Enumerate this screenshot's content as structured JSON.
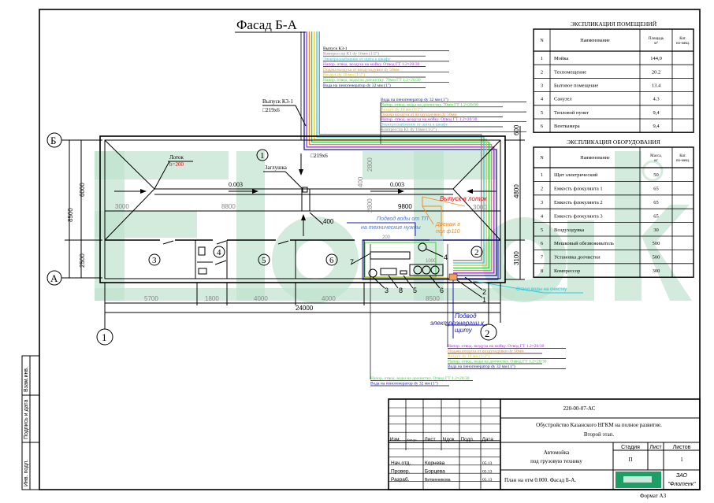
{
  "drawing": {
    "title": "Фасад Б-А",
    "watermark": "FloTenk",
    "axes": {
      "a": "А",
      "b": "Б",
      "one": "1",
      "two": "2"
    },
    "rooms": [
      "1",
      "2",
      "3",
      "4",
      "5",
      "6"
    ],
    "equipment_marks": [
      "1",
      "2",
      "3",
      "4",
      "5",
      "6",
      "7",
      "8"
    ],
    "dims": {
      "overall_v": "8500",
      "v1": "6000",
      "v2": "2500",
      "seg1": "5700",
      "seg2": "1800",
      "seg3": "4000",
      "seg4": "4000",
      "seg5": "8500",
      "overall_h": "24000",
      "tray_left": "3000",
      "tray_mid": "8800",
      "tray_mid2": "9800",
      "tray_right": "3000",
      "offset": "400",
      "offset2": "400",
      "r600": "600",
      "r4800": "4800",
      "r3100": "3100",
      "h2800a": "2800",
      "h2800b": "2800",
      "small200": "200",
      "small1000": "1000"
    },
    "slopes": [
      "0.003",
      "0.003"
    ],
    "labels": {
      "outlet": "Выпуск К3-1",
      "pipe_size": "□219х6",
      "pipe_size2": "□219х6",
      "tray": "Лоток",
      "tray_width": "b=200",
      "plug": "Заглушка",
      "outlet_to_tray": "Выпуск в лоток",
      "water_supply_1": "Подвод воды от ТП",
      "water_supply_2": "на технические нужды",
      "drain_1": "Дренаж в",
      "drain_2": "пол ф110",
      "power_1": "Подвод",
      "power_2": "электроэнергии к",
      "power_3": "щиту",
      "treated_water": "Отвод воды на очистку"
    },
    "top_callout": [
      {
        "text": "Выпуск К3-1",
        "color": "#000000"
      },
      {
        "text": "Компрессор К1 dy 16мм (1/2\")",
        "color": "#8a8a8a"
      },
      {
        "text": "Электроснабжение от щита к шкафу",
        "color": "#33c6d9"
      },
      {
        "text": "Напор. отвод. воздуха на мойку. Отвод ГТ 1.2×20/30",
        "color": "#9b30d9"
      },
      {
        "text": "Подача воздуха от воздуходувки dy 50мм",
        "color": "#f08a24"
      },
      {
        "text": "Воздух dy 16 мм (1/2\")",
        "color": "#e6c619"
      },
      {
        "text": "Напор. отвод. воды на доочистку. 70мм ГТ 1.2×20/30",
        "color": "#3ccf3c"
      },
      {
        "text": "Вода на пеногенератор dy 32 мм (1\")",
        "color": "#1a1aa8"
      }
    ],
    "mid_callout": [
      {
        "text": "Вода на пеногенератор dy 32 мм (1\")",
        "color": "#1a1aa8"
      },
      {
        "text": "Напор. отвод. воды на доочистку. 70мм ГТ 1.2×20/30",
        "color": "#3ccf3c"
      },
      {
        "text": "Воздух dy 16 мм (1/2\")",
        "color": "#e6c619"
      },
      {
        "text": "Подача воздуха от воздуходувки dy 50мм",
        "color": "#f08a24"
      },
      {
        "text": "Напор. отвод. воздуха на мойку. Отвод ГТ 1.2×20/30",
        "color": "#9b30d9"
      },
      {
        "text": "Электроснабжение от щита к шкафу",
        "color": "#33c6d9"
      },
      {
        "text": "Компрессор К1 dy 16мм (1/2\")",
        "color": "#8a8a8a"
      }
    ],
    "bottom_callout": [
      {
        "text": "Напор. отвод. воздуха на мойку. Отвод ГТ 1.2×20/30",
        "color": "#9b30d9"
      },
      {
        "text": "Подача воздуха от воздуходувки dy 50мм",
        "color": "#f08a24"
      },
      {
        "text": "Воздух dy 16 мм (1/2\")",
        "color": "#e6c619"
      },
      {
        "text": "Напор. отвод. воды на доочистку. Отвод ГТ 1.2×20/30",
        "color": "#3ccf3c"
      },
      {
        "text": "Вода на пеногенератор dy 32 мм (1\")",
        "color": "#1a1aa8"
      }
    ],
    "low_callout": [
      {
        "text": "Напор. отвод. воды на доочистку. Отвод ГТ 1.2×20/30",
        "color": "#3ccf3c"
      },
      {
        "text": "Вода на пеногенератор dy 32 мм (1\")",
        "color": "#1a1aa8"
      }
    ],
    "pipe_colors": [
      "#1a1aa8",
      "#9b30d9",
      "#f08a24",
      "#3ccf3c",
      "#e6c619",
      "#33c6d9",
      "#8a8a8a"
    ]
  },
  "rooms_table": {
    "title": "ЭКСПЛИКАЦИЯ ПОМЕЩЕНИЙ",
    "headers": [
      "N",
      "Наименование",
      "Площадь м²",
      "Кат. по-мещ."
    ],
    "rows": [
      [
        "1",
        "Мойка",
        "144,0",
        ""
      ],
      [
        "2",
        "Техпомещение",
        "20.2",
        ""
      ],
      [
        "3",
        "Бытовое помещение",
        "13.4",
        ""
      ],
      [
        "4",
        "Санузел",
        "4.3",
        ""
      ],
      [
        "5",
        "Тепловой пункт",
        "9,4",
        ""
      ],
      [
        "6",
        "Венткамера",
        "9,4",
        ""
      ]
    ]
  },
  "equipment_table": {
    "title": "ЭКСПЛИКАЦИЯ ОБОРУДОВАНИЯ",
    "headers": [
      "N",
      "Наименование",
      "Масса, кг",
      "Кат. по-мещ."
    ],
    "rows": [
      [
        "1",
        "Щит электрический",
        "50",
        ""
      ],
      [
        "2",
        "Емкость флокулянта 1",
        "65",
        ""
      ],
      [
        "3",
        "Емкость флокулянта 2",
        "65",
        ""
      ],
      [
        "4",
        "Емкость флокулянта 3",
        "65",
        ""
      ],
      [
        "5",
        "Воздуходувка",
        "30",
        ""
      ],
      [
        "6",
        "Мешковый обезвоживатель",
        "500",
        ""
      ],
      [
        "7",
        "Установка доочистки",
        "500",
        ""
      ],
      [
        "8",
        "Компрессор",
        "300",
        ""
      ]
    ]
  },
  "title_block": {
    "code": "220-00-07-АС",
    "project_1": "Обустройство Казанского НГКМ на полное развитие.",
    "project_2": "Второй этап.",
    "object_1": "Автомойка",
    "object_2": "под грузовую технику",
    "sheet_title": "План на отм 0.000.  Фасад Б-А.",
    "col_headers": [
      "Изм.",
      "Кол.уч.",
      "Лист",
      "Nдок",
      "Подп.",
      "Дата"
    ],
    "stage_label": "Стадия",
    "sheet_label": "Лист",
    "sheets_label": "Листов",
    "stage": "П",
    "sheet": "",
    "sheets": "1",
    "signers": [
      {
        "role": "Нач.отд.",
        "name": "Корнева",
        "date": ""
      },
      {
        "role": "Провер.",
        "name": "Борцева",
        "date": "05.13"
      },
      {
        "role": "Разраб.",
        "name": "Витвинникова",
        "date": "05.13"
      }
    ],
    "top_date": "05.13",
    "company_1": "ЗАО",
    "company_2": "\"Флотенк\"",
    "format": "Формат А3",
    "logo_color": "#1e9e64"
  },
  "side_stamp": [
    "Взам.инв.",
    "Подпись и дата",
    "Инв. подл."
  ]
}
